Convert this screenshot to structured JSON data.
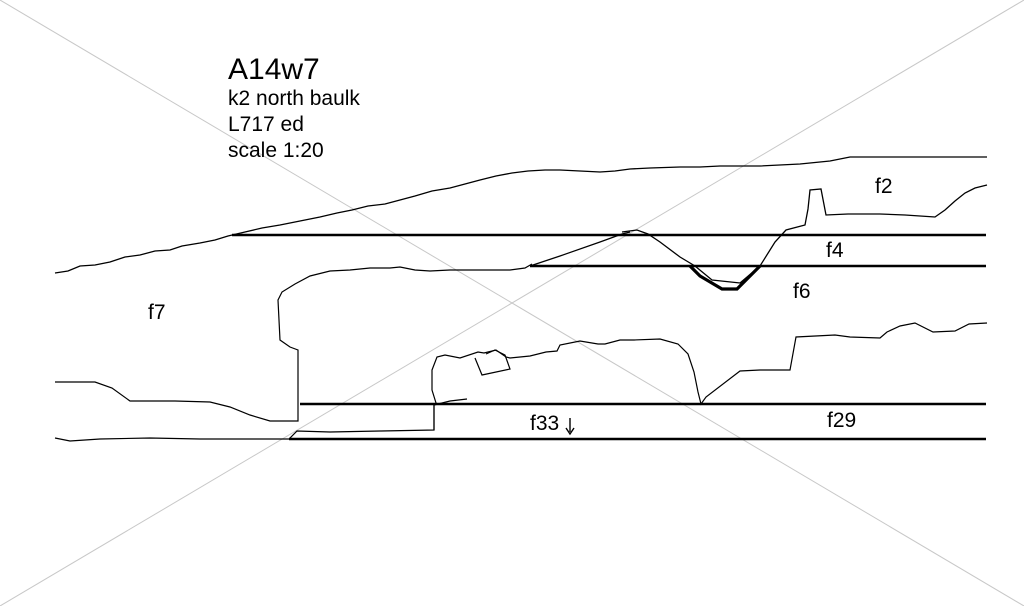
{
  "title": {
    "site_code": "A14w7",
    "location": "k2 north baulk",
    "locus": "L717 ed",
    "scale": "scale 1:20"
  },
  "features": {
    "f2": "f2",
    "f4": "f4",
    "f6": "f6",
    "f7": "f7",
    "f29": "f29",
    "f33": "f33"
  },
  "colors": {
    "line": "#000000",
    "crosshair": "#c8c8c8",
    "background": "#ffffff"
  }
}
